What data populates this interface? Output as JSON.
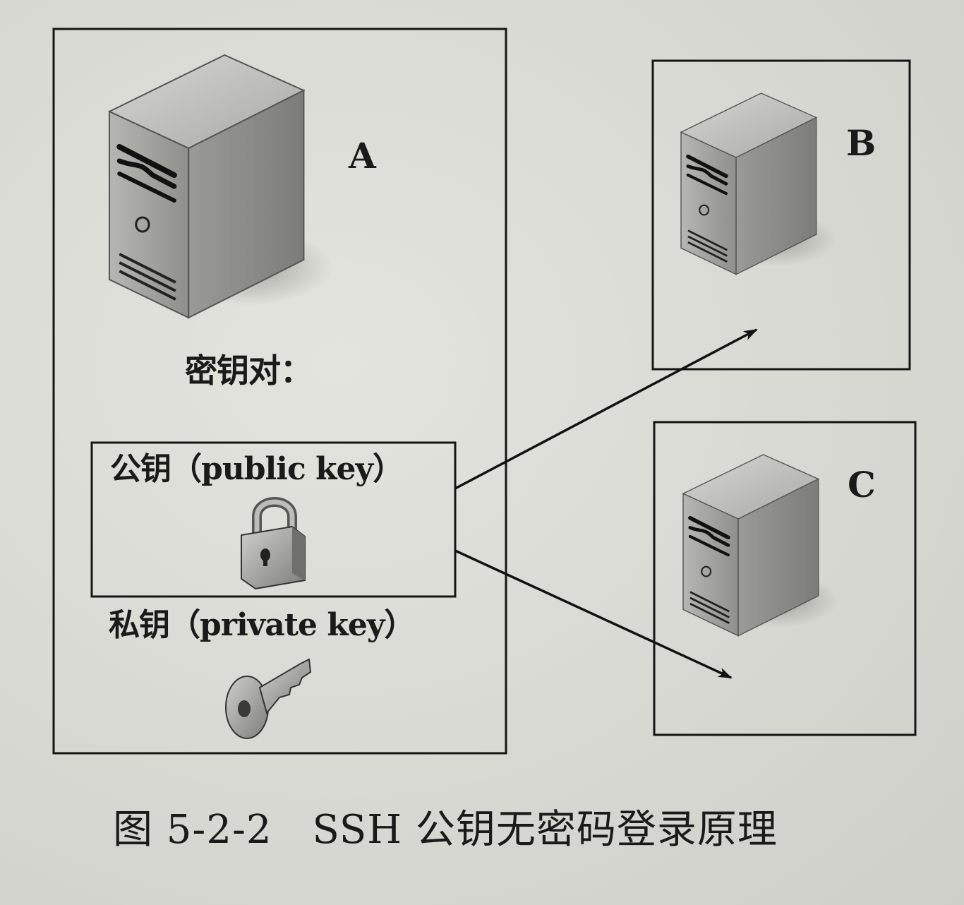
{
  "nodes": {
    "a": {
      "label": "A"
    },
    "b": {
      "label": "B"
    },
    "c": {
      "label": "C"
    }
  },
  "keypair": {
    "title": "密钥对：",
    "public_key": "公钥（public key）",
    "private_key": "私钥（private key）"
  },
  "icons": [
    "server-icon",
    "padlock-icon",
    "key-icon"
  ],
  "caption": "图 5-2-2　SSH 公钥无密码登录原理"
}
